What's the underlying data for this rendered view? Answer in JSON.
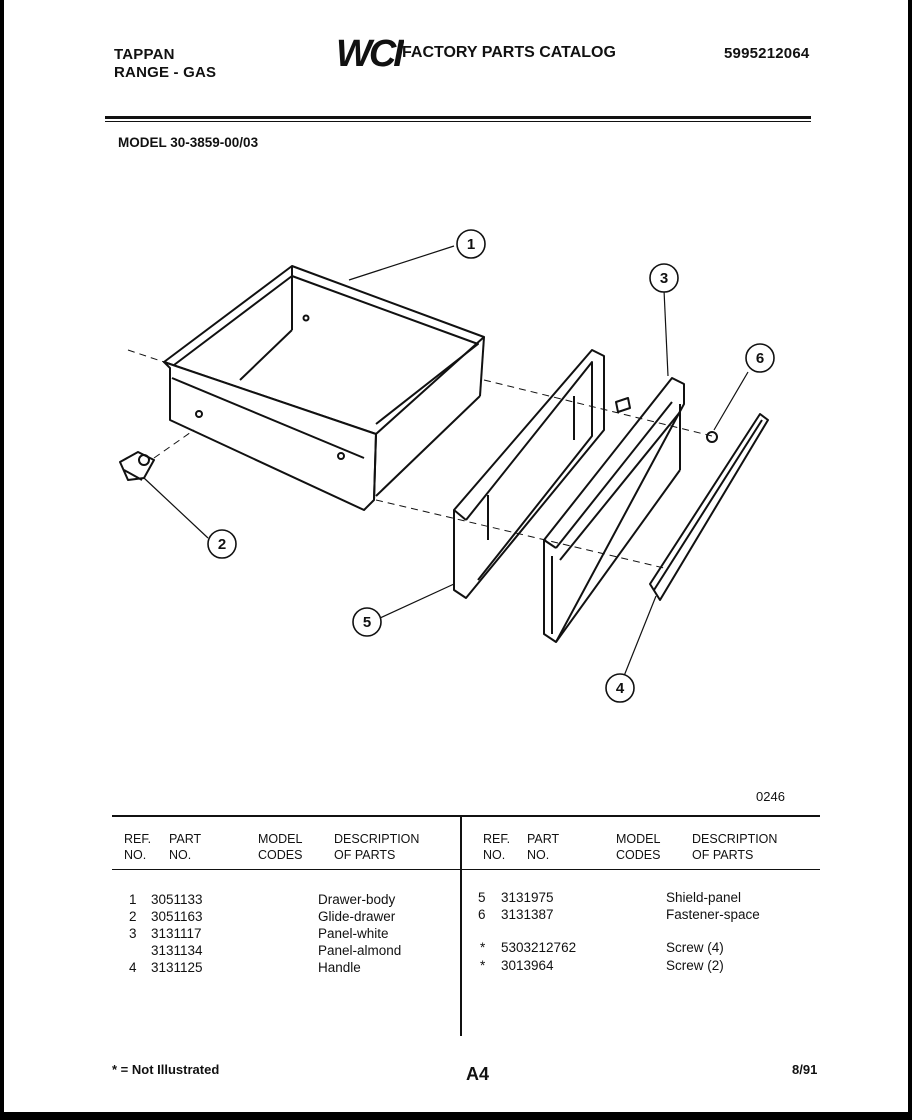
{
  "header": {
    "brand_line1": "TAPPAN",
    "brand_line2": "RANGE - GAS",
    "logo": "WCI",
    "catalog_title": "FACTORY PARTS CATALOG",
    "catalog_number": "5995212064",
    "model": "MODEL 30-3859-00/03"
  },
  "diagram": {
    "drawing_number": "0246",
    "callouts": [
      "1",
      "2",
      "3",
      "4",
      "5",
      "6"
    ]
  },
  "table": {
    "headers": {
      "ref_line1": "REF.",
      "ref_line2": "NO.",
      "part_line1": "PART",
      "part_line2": "NO.",
      "codes_line1": "MODEL",
      "codes_line2": "CODES",
      "desc_line1": "DESCRIPTION",
      "desc_line2": "OF PARTS"
    },
    "left_rows": [
      {
        "ref": "1",
        "part": "3051133",
        "desc": "Drawer-body"
      },
      {
        "ref": "2",
        "part": "3051163",
        "desc": "Glide-drawer"
      },
      {
        "ref": "3",
        "part": "3131117",
        "desc": "Panel-white"
      },
      {
        "ref": "",
        "part": "3131134",
        "desc": "Panel-almond"
      },
      {
        "ref": "4",
        "part": "3131125",
        "desc": "Handle"
      }
    ],
    "right_rows": [
      {
        "ref": "5",
        "part": "3131975",
        "desc": "Shield-panel"
      },
      {
        "ref": "6",
        "part": "3131387",
        "desc": "Fastener-space"
      },
      {
        "ref": "*",
        "part": "5303212762",
        "desc": "Screw (4)"
      },
      {
        "ref": "*",
        "part": "3013964",
        "desc": "Screw (2)"
      }
    ]
  },
  "footer": {
    "note": "* = Not Illustrated",
    "page": "A4",
    "date": "8/91"
  }
}
